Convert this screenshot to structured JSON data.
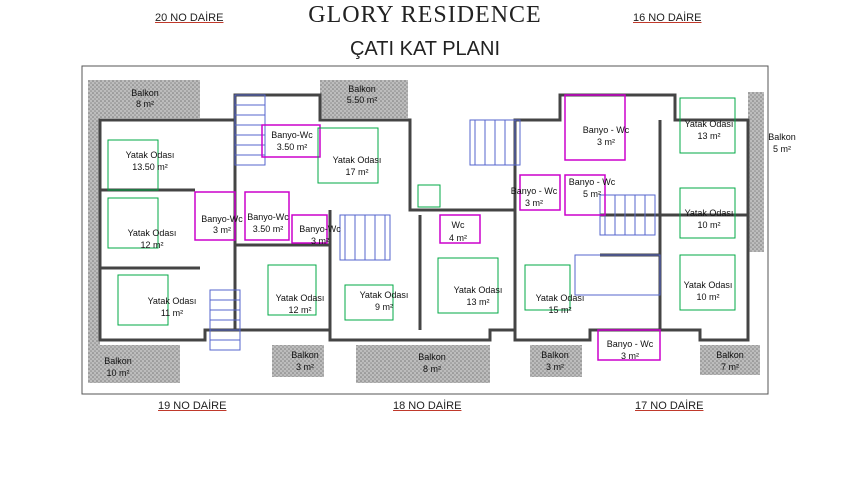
{
  "title": "GLORY RESIDENCE",
  "subtitle": "ÇATI KAT PLANI",
  "unit_labels": {
    "top_left": "20 NO DAİRE",
    "top_right": "16 NO DAİRE",
    "bottom_left": "19 NO DAİRE",
    "bottom_center": "18 NO DAİRE",
    "bottom_right": "17 NO DAİRE"
  },
  "colors": {
    "wall": "#555555",
    "balcony_hatch": "#999999",
    "bathroom": "#cc00cc",
    "furniture": "#00aa44",
    "stair": "#5566cc",
    "unit_underline": "#c0392b"
  },
  "rooms": [
    {
      "name": "Balkon",
      "area": "8 m²"
    },
    {
      "name": "Balkon",
      "area": "5.50 m²"
    },
    {
      "name": "Yatak Odası",
      "area": "13.50 m²"
    },
    {
      "name": "Banyo-Wc",
      "area": "3.50 m²"
    },
    {
      "name": "Yatak Odası",
      "area": "17 m²"
    },
    {
      "name": "Yatak Odası",
      "area": "12 m²"
    },
    {
      "name": "Banyo-Wc",
      "area": "3 m²"
    },
    {
      "name": "Banyo-Wc",
      "area": "3.50 m²"
    },
    {
      "name": "Banyo-Wc",
      "area": "3 m²"
    },
    {
      "name": "Wc",
      "area": "4 m²"
    },
    {
      "name": "Yatak Odası",
      "area": "11 m²"
    },
    {
      "name": "Yatak Odası",
      "area": "12 m²"
    },
    {
      "name": "Yatak Odası",
      "area": "9 m²"
    },
    {
      "name": "Yatak Odası",
      "area": "13 m²"
    },
    {
      "name": "Balkon",
      "area": "10 m²"
    },
    {
      "name": "Balkon",
      "area": "3 m²"
    },
    {
      "name": "Balkon",
      "area": "8 m²"
    },
    {
      "name": "Balkon",
      "area": "3 m²"
    },
    {
      "name": "Banyo - Wc",
      "area": "3 m²"
    },
    {
      "name": "Yatak Odası",
      "area": "13 m²"
    },
    {
      "name": "Balkon",
      "area": "5 m²"
    },
    {
      "name": "Banyo - Wc",
      "area": "3 m²"
    },
    {
      "name": "Banyo - Wc",
      "area": "5 m²"
    },
    {
      "name": "Yatak Odası",
      "area": "10 m²"
    },
    {
      "name": "Yatak Odası",
      "area": "15 m²"
    },
    {
      "name": "Yatak Odası",
      "area": "10 m²"
    },
    {
      "name": "Banyo - Wc",
      "area": "3 m²"
    },
    {
      "name": "Balkon",
      "area": "7 m²"
    }
  ]
}
